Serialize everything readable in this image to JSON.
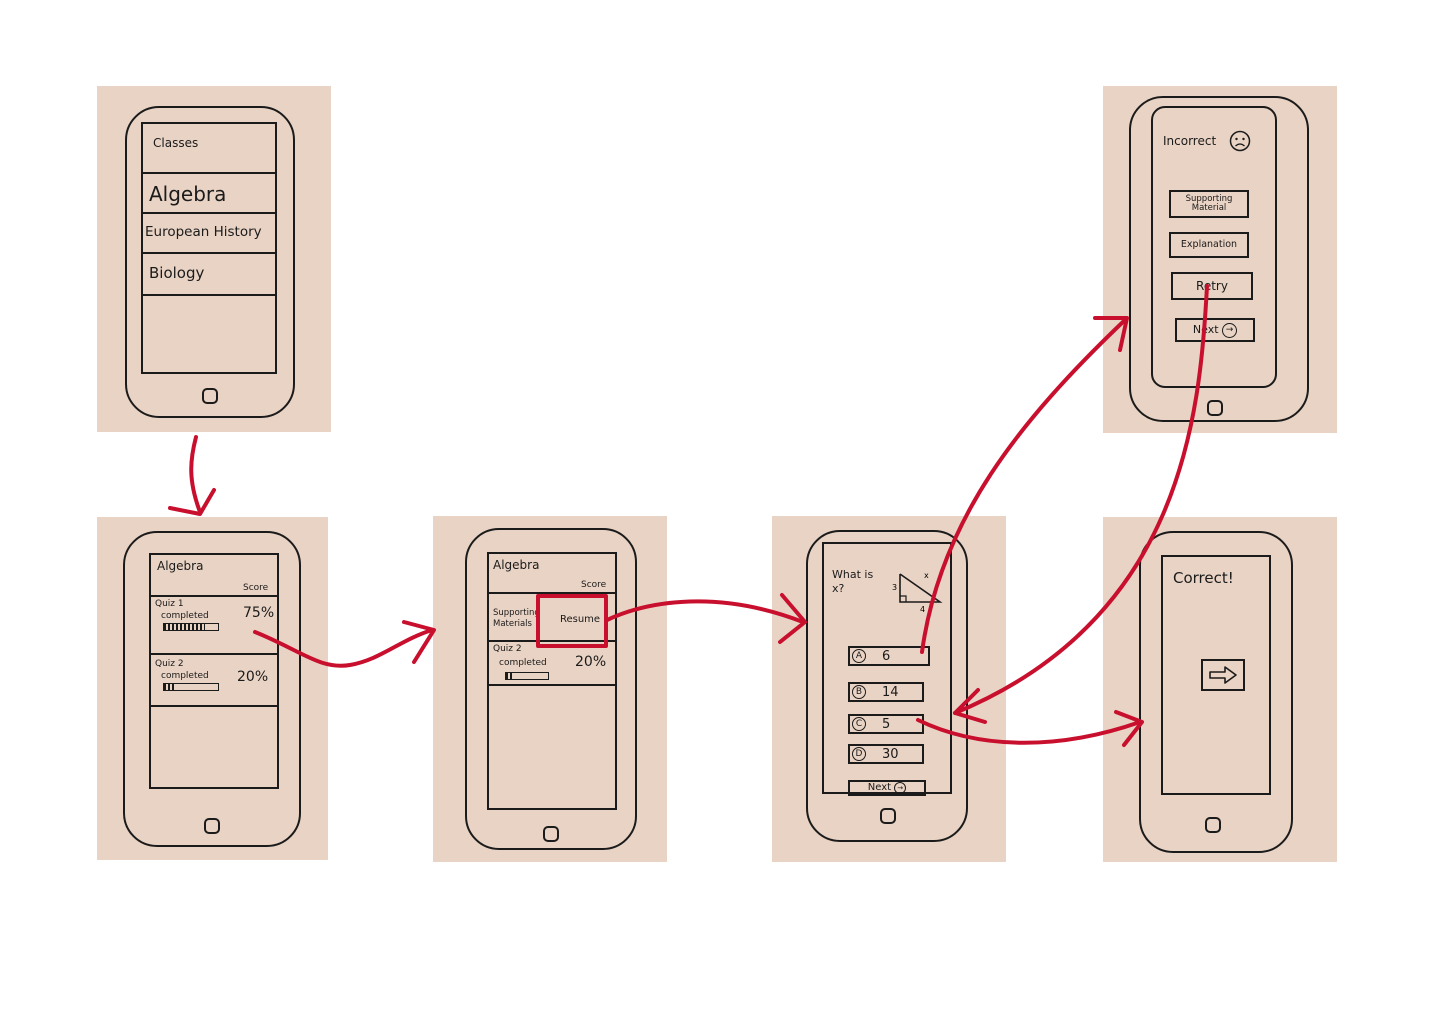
{
  "screens": {
    "classes": {
      "title": "Classes",
      "items": [
        "Algebra",
        "European History",
        "Biology"
      ]
    },
    "algebra": {
      "title": "Algebra",
      "score_header": "Score",
      "quizzes": [
        {
          "name": "Quiz 1",
          "status": "completed",
          "score": "75%",
          "progress": 0.75
        },
        {
          "name": "Quiz 2",
          "status": "completed",
          "score": "20%",
          "progress": 0.2
        }
      ]
    },
    "algebra_resume": {
      "title": "Algebra",
      "score_header": "Score",
      "supporting_label": "Supporting Materials",
      "resume_label": "Resume",
      "quiz": {
        "name": "Quiz 2",
        "status": "completed",
        "score": "20%",
        "progress": 0.2
      }
    },
    "question": {
      "prompt": "What is x?",
      "figure_labels": {
        "side_a": "3",
        "side_b": "4",
        "hypotenuse": "x"
      },
      "answers": [
        {
          "option": "A",
          "value": "6"
        },
        {
          "option": "B",
          "value": "14"
        },
        {
          "option": "C",
          "value": "5"
        },
        {
          "option": "D",
          "value": "30"
        }
      ],
      "next_label": "Next"
    },
    "incorrect": {
      "title": "Incorrect",
      "face_icon": "sad-face-icon",
      "buttons": [
        "Supporting Material",
        "Explanation",
        "Retry"
      ],
      "next_label": "Next"
    },
    "correct": {
      "title": "Correct!",
      "arrow_icon": "right-arrow-icon"
    }
  },
  "colors": {
    "paper": "#e9d3c4",
    "ink": "#1b1b1b",
    "flow_arrow": "#c8102e"
  }
}
